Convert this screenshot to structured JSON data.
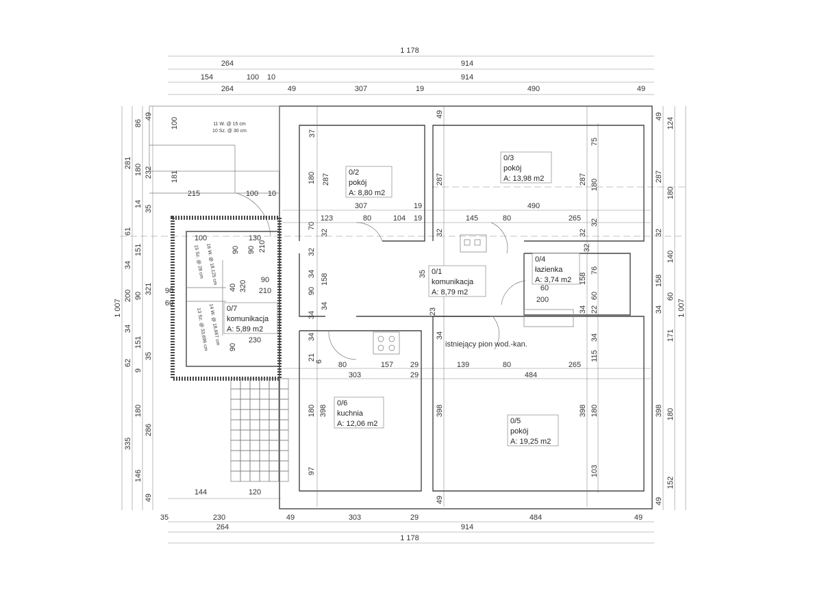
{
  "rooms": [
    {
      "number": "0/2",
      "name": "pokój",
      "area": "A: 8,80 m2"
    },
    {
      "number": "0/3",
      "name": "pokój",
      "area": "A: 13,98 m2"
    },
    {
      "number": "0/1",
      "name": "komunikacja",
      "area": "A: 8,79 m2"
    },
    {
      "number": "0/4",
      "name": "łazienka",
      "area": "A: 3,74 m2"
    },
    {
      "number": "0/7",
      "name": "komunikacja",
      "area": "A: 5,89 m2"
    },
    {
      "number": "0/6",
      "name": "kuchnia",
      "area": "A: 12,06 m2"
    },
    {
      "number": "0/5",
      "name": "pokój",
      "area": "A: 19,25 m2"
    }
  ],
  "notes": {
    "outer_stairs_1": "11 W. @ 15 cm",
    "outer_stairs_2": "10 Sz. @ 30 cm",
    "inner_stairs_1": "15 Sz. @ 28 cm",
    "inner_stairs_2": "16 W. @ 18,125 cm",
    "inner_stairs_3": "14 W. @ 18,667 cm",
    "inner_stairs_4": "13 Sz. @ 33,696 cm",
    "riser": "istniejący pion wod.-kan."
  },
  "dimensions": {
    "top": [
      "1 178",
      "264",
      "914",
      "154",
      "100",
      "10",
      "914",
      "264",
      "49",
      "307",
      "19",
      "490",
      "49"
    ],
    "bottom": [
      "144",
      "120",
      "35",
      "230",
      "49",
      "303",
      "29",
      "484",
      "49",
      "264",
      "914",
      "1 178"
    ],
    "left": [
      "1 007",
      "281",
      "61",
      "34",
      "200",
      "34",
      "62",
      "335",
      "86",
      "180",
      "14",
      "151",
      "90",
      "151",
      "9",
      "180",
      "146",
      "49",
      "232",
      "35",
      "321",
      "35",
      "286",
      "49",
      "100",
      "181",
      "90",
      "60"
    ],
    "right": [
      "49",
      "287",
      "32",
      "158",
      "34",
      "398",
      "49",
      "124",
      "180",
      "140",
      "60",
      "171",
      "180",
      "152",
      "1 007"
    ],
    "interior": [
      "215",
      "100",
      "10",
      "100",
      "130",
      "210",
      "90",
      "90",
      "90",
      "210",
      "40",
      "320",
      "230",
      "90",
      "37",
      "180",
      "287",
      "70",
      "32",
      "307",
      "19",
      "123",
      "80",
      "104",
      "19",
      "32",
      "34",
      "158",
      "90",
      "34",
      "34",
      "34",
      "21",
      "6",
      "80",
      "157",
      "29",
      "303",
      "29",
      "139",
      "80",
      "265",
      "484",
      "398",
      "180",
      "97",
      "49",
      "287",
      "32",
      "490",
      "145",
      "80",
      "265",
      "75",
      "287",
      "180",
      "32",
      "32",
      "32",
      "76",
      "158",
      "60",
      "34",
      "22",
      "60",
      "200",
      "35",
      "23",
      "34",
      "34",
      "115",
      "398",
      "398",
      "180",
      "103",
      "49"
    ]
  }
}
